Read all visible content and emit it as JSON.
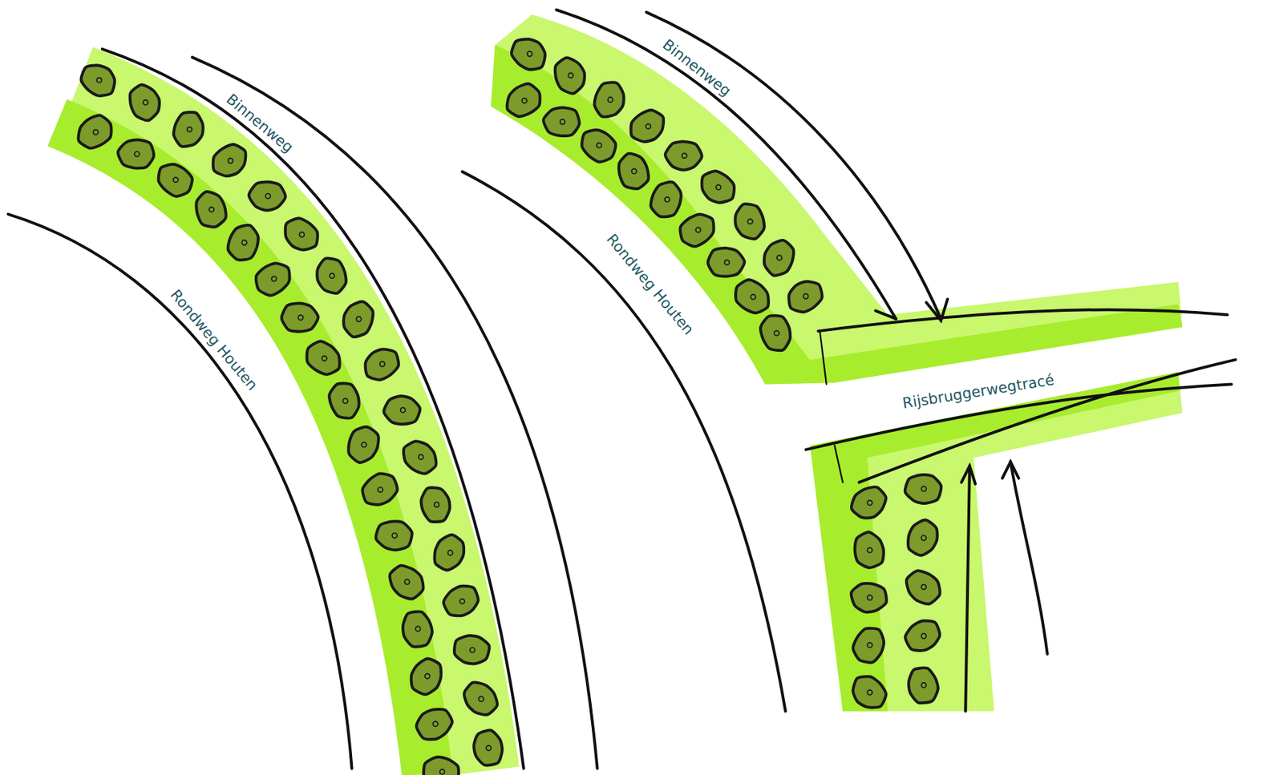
{
  "diagram": {
    "labels": [
      "Binnenweg",
      "Rondweg Houten",
      "Binnenweg",
      "Rondweg Houten",
      "Rijsbruggerwegtracé"
    ]
  }
}
